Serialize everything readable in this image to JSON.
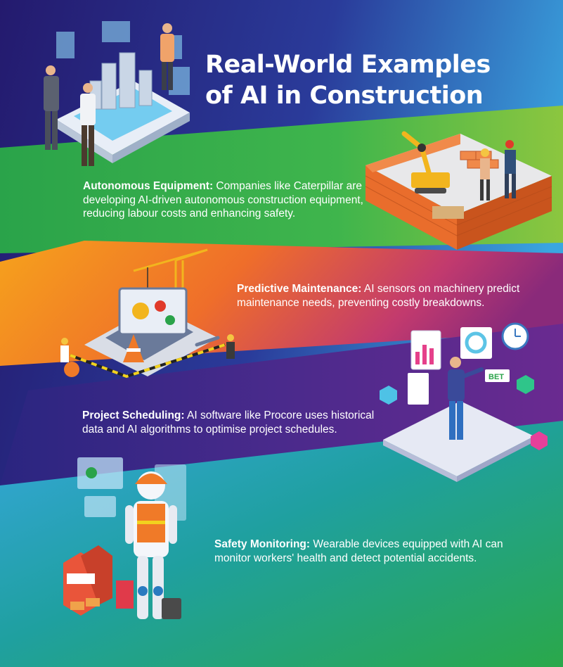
{
  "title": {
    "line1": "Real-World Examples",
    "line2": "of AI in Construction"
  },
  "examples": [
    {
      "heading": "Autonomous Equipment:",
      "text": " Companies like Caterpillar are developing AI-driven autonomous construction equipment, reducing labour costs and enhancing safety."
    },
    {
      "heading": "Predictive Maintenance:",
      "text": " AI sensors on machinery predict maintenance needs, preventing costly breakdowns."
    },
    {
      "heading": "Project Scheduling:",
      "text": " AI software like Procore uses historical data and AI algorithms to optimise project schedules."
    },
    {
      "heading": "Safety Monitoring:",
      "text": " Wearable devices equipped with AI can monitor workers' health and detect potential accidents."
    }
  ],
  "illustrations": {
    "smart_city": "smart-city-hologram-icon",
    "robot_arm_site": "robotic-arm-construction-icon",
    "crane_laptop": "crane-laptop-maintenance-icon",
    "dashboard_person": "dashboard-analytics-icon",
    "robot_worker": "robot-safety-worker-icon"
  },
  "badges": {
    "dashboard_tag": "BET"
  },
  "colors": {
    "navy": "#27207a",
    "blue": "#3aa6e0",
    "green": "#2bb24c",
    "orange": "#f39a1e",
    "purple": "#5a2a8c",
    "teal": "#1f9e9a"
  }
}
